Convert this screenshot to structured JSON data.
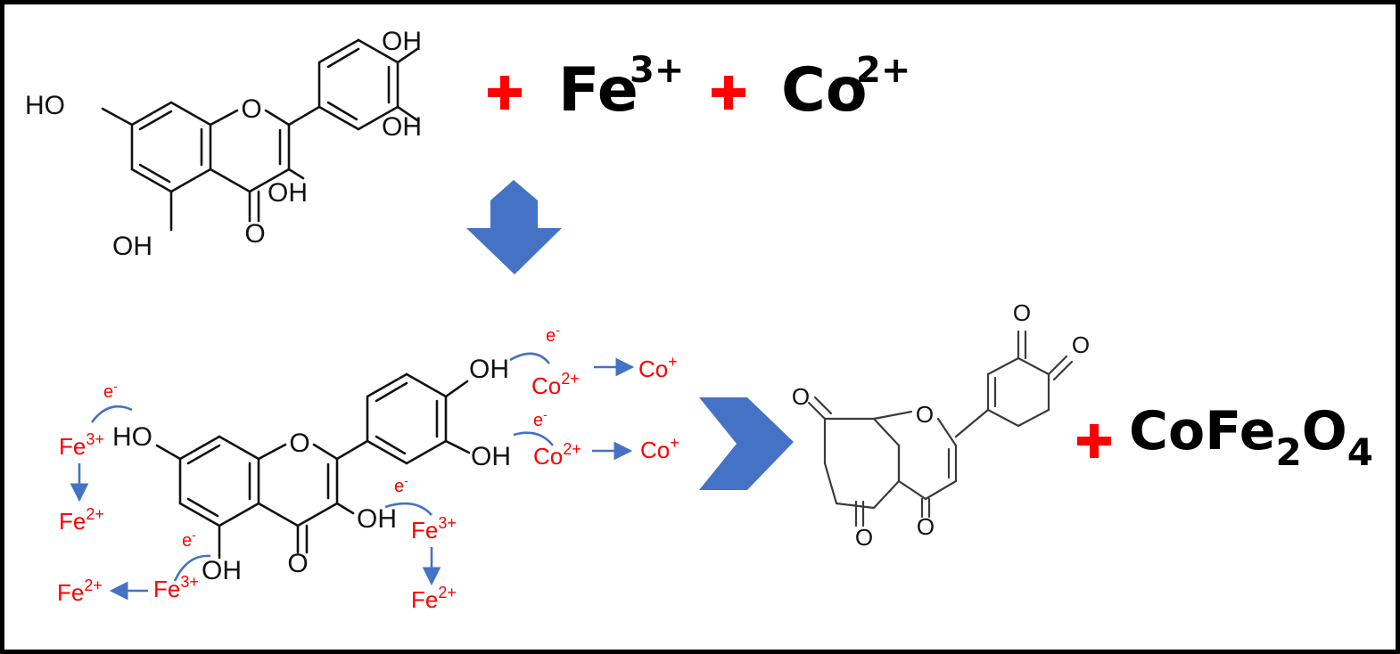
{
  "colors": {
    "frame": "#000000",
    "bond": "#111111",
    "product_bond": "#3a3a3a",
    "ion_red": "#ff0000",
    "arrow_blue": "#4472c4"
  },
  "reactants": {
    "fe_base": "Fe",
    "fe_charge": "3+",
    "co_base": "Co",
    "co_charge": "2+",
    "plus_icon": "plus-icon"
  },
  "quercetin_labels": {
    "oh_top": "OH",
    "oh_mid": "OH",
    "oh_c3": "OH",
    "ho_left": "HO",
    "oh_bottom": "OH",
    "o_ring": "O",
    "o_carbonyl": "O"
  },
  "mechanism": {
    "electron": "e",
    "electron_sign": "-",
    "fe": "Fe",
    "co": "Co",
    "fe3_charge": "3+",
    "fe2_charge": "2+",
    "co2_charge": "2+",
    "co1_charge": "+"
  },
  "oxidized_product_labels": {
    "o_top1": "O",
    "o_top2": "O",
    "o_left": "O",
    "o_ring": "O",
    "o_bottom1": "O",
    "o_bottom2": "O"
  },
  "product": {
    "co": "CoFe",
    "sub2": "2",
    "o": "O",
    "sub4": "4"
  }
}
